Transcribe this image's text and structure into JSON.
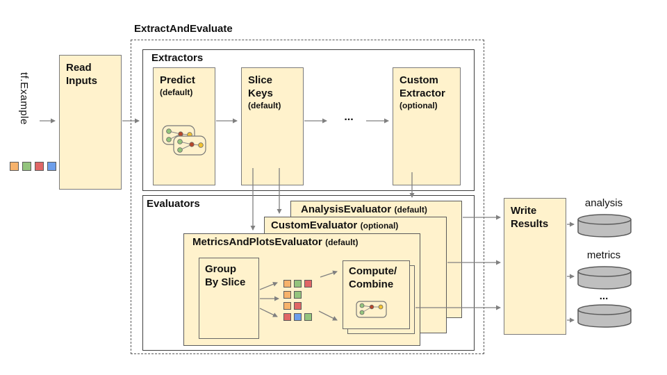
{
  "title": "ExtractAndEvaluate",
  "input": {
    "label": "tf.Example",
    "squares": [
      "orange",
      "green",
      "red",
      "blue"
    ]
  },
  "read_inputs": {
    "label": "Read\nInputs"
  },
  "extractors": {
    "label": "Extractors",
    "predict": {
      "name": "Predict",
      "qualifier": "(default)"
    },
    "slice_keys": {
      "name": "Slice\nKeys",
      "qualifier": "(default)"
    },
    "custom": {
      "name": "Custom\nExtractor",
      "qualifier": "(optional)"
    },
    "ellipsis": "..."
  },
  "evaluators": {
    "label": "Evaluators",
    "analysis": {
      "name": "AnalysisEvaluator",
      "qualifier": "(default)"
    },
    "custom": {
      "name": "CustomEvaluator",
      "qualifier": "(optional)"
    },
    "metrics_and_plots": {
      "name": "MetricsAndPlotsEvaluator",
      "qualifier": "(default)"
    },
    "group_by_slice": {
      "label": "Group\nBy Slice"
    },
    "compute_combine": {
      "label": "Compute/\nCombine"
    },
    "slice_rows": [
      [
        "orange",
        "green",
        "red"
      ],
      [
        "orange",
        "green"
      ],
      [
        "orange",
        "red"
      ],
      [
        "red",
        "blue",
        "green"
      ]
    ]
  },
  "write_results": {
    "label": "Write\nResults"
  },
  "outputs": [
    {
      "label": "analysis"
    },
    {
      "label": "metrics"
    },
    {
      "label": "..."
    }
  ],
  "colors": {
    "box_fill": "#fff2cc",
    "box_border": "#7a7a7a",
    "container_border": "#3d3d3d",
    "arrow": "#808080",
    "cylinder_fill": "#bfbfbf",
    "cylinder_border": "#595959",
    "orange": "#f6b26b",
    "green": "#93c47d",
    "red": "#e06666",
    "blue": "#6d9eeb",
    "node_green": "#93c47d",
    "node_red": "#b7472a",
    "node_yellow": "#f1c232"
  }
}
